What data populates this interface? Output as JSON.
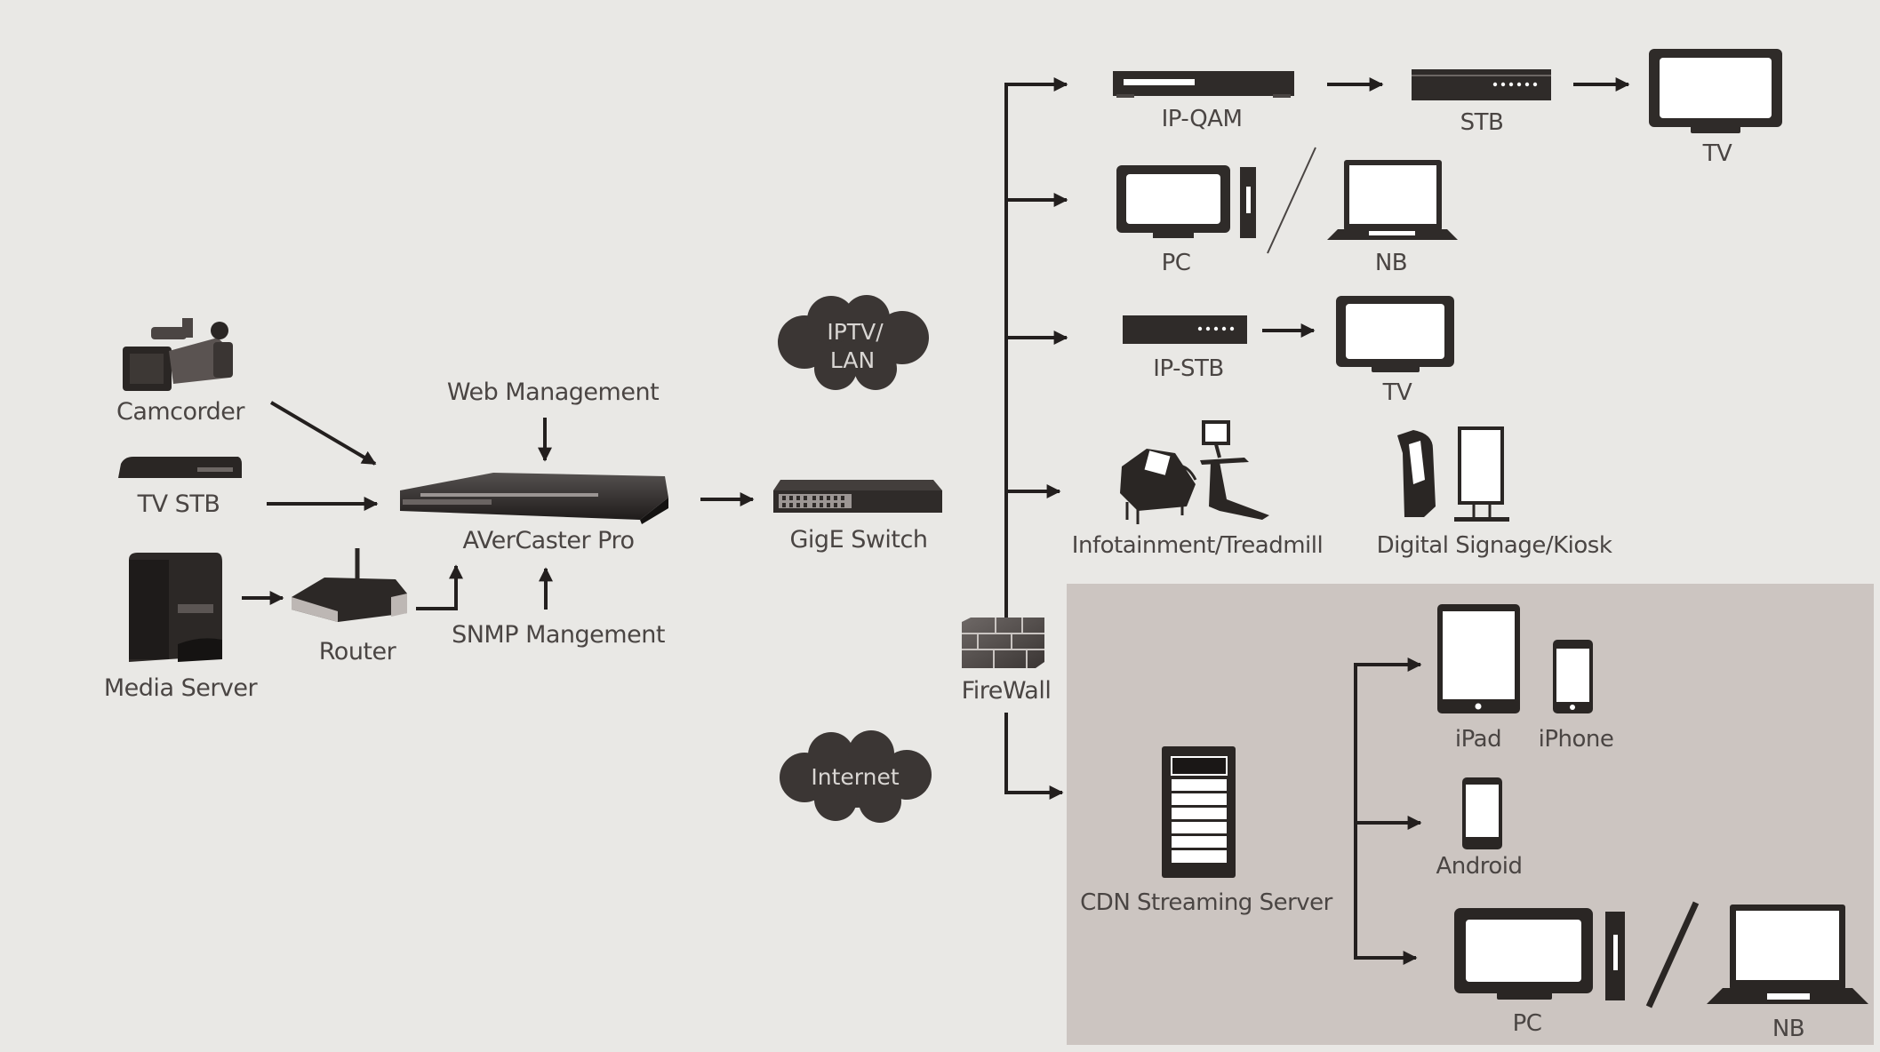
{
  "diagram": {
    "colors": {
      "background": "#e9e8e5",
      "cdn_panel": "#ccc5c1",
      "device": "#2f2b29",
      "cloud": "#3b3634",
      "text": "#4a4543",
      "cloud_text": "#d9d6d3",
      "arrow": "#231f1e"
    },
    "sources": {
      "camcorder": {
        "label": "Camcorder",
        "icon": "camcorder-icon"
      },
      "tv_stb": {
        "label": "TV STB",
        "icon": "set-top-box-icon"
      },
      "media_server": {
        "label": "Media Server",
        "icon": "media-server-icon"
      },
      "router": {
        "label": "Router",
        "icon": "router-icon"
      }
    },
    "encoder": {
      "label": "AVerCaster Pro",
      "icon": "rack-encoder-icon",
      "web_management": "Web Management",
      "snmp_management": "SNMP Mangement"
    },
    "network": {
      "switch": {
        "label": "GigE Switch",
        "icon": "network-switch-icon"
      },
      "lan_cloud": {
        "line1": "IPTV/",
        "line2": "LAN"
      },
      "internet_cloud": {
        "label": "Internet"
      },
      "firewall": {
        "label": "FireWall",
        "icon": "firewall-icon"
      }
    },
    "lan_outputs": {
      "row1": {
        "ipqam": "IP-QAM",
        "stb": "STB",
        "tv": "TV"
      },
      "row2": {
        "pc": "PC",
        "nb": "NB"
      },
      "row3": {
        "ipstb": "IP-STB",
        "tv": "TV"
      },
      "row4": {
        "infotainment": "Infotainment/Treadmill",
        "signage": "Digital Signage/Kiosk"
      }
    },
    "internet_outputs": {
      "cdn_server": "CDN Streaming Server",
      "ipad": "iPad",
      "iphone": "iPhone",
      "android": "Android",
      "pc": "PC",
      "nb": "NB"
    }
  }
}
